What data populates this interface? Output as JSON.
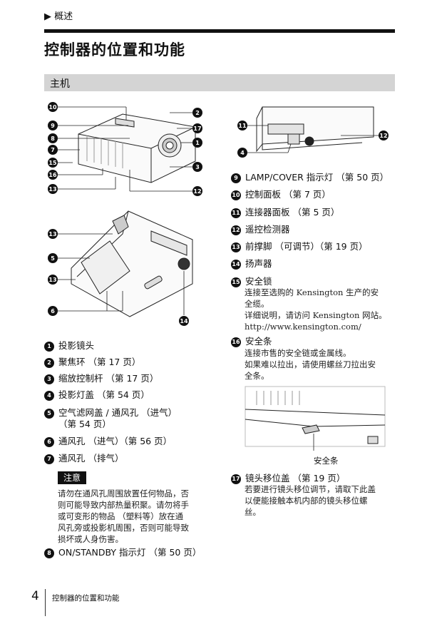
{
  "header": {
    "breadcrumb": "▶ 概述",
    "title": "控制器的位置和功能",
    "section": "主机"
  },
  "left_items": [
    {
      "n": "1",
      "label": "投影镜头"
    },
    {
      "n": "2",
      "label": "聚焦环 （第 17 页）"
    },
    {
      "n": "3",
      "label": "缩放控制杆 （第 17 页）"
    },
    {
      "n": "4",
      "label": "投影灯盖 （第 54 页）"
    },
    {
      "n": "5",
      "label": "空气滤网盖 / 通风孔 （进气）",
      "label2": "（第 54 页）"
    },
    {
      "n": "6",
      "label": "通风孔 （进气）（第 56 页）"
    },
    {
      "n": "7",
      "label": "通风孔 （排气）"
    }
  ],
  "note": {
    "tag": "注意",
    "lines": [
      "请勿在通风孔周围放置任何物品，否",
      "则可能导致内部热量积聚。请勿将手",
      "或可变形的物品 （塑料等）放在通",
      "风孔旁或投影机周围，否则可能导致",
      "损坏或人身伤害。"
    ]
  },
  "item8": {
    "n": "8",
    "label": "ON/STANDBY 指示灯 （第 50 页）"
  },
  "right_items": [
    {
      "n": "9",
      "label": "LAMP/COVER 指示灯 （第 50 页）"
    },
    {
      "n": "10",
      "label": "控制面板 （第 7 页）"
    },
    {
      "n": "11",
      "label": "连接器面板 （第 5 页）"
    },
    {
      "n": "12",
      "label": "遥控检测器"
    },
    {
      "n": "13",
      "label": "前撑脚 （可调节）（第 19 页）"
    },
    {
      "n": "14",
      "label": "扬声器"
    }
  ],
  "item15": {
    "n": "15",
    "label": "安全锁",
    "desc": [
      "连接至选购的 Kensington 生产的安",
      "全缆。",
      "详细说明，请访问 Kensington 网站。",
      "http://www.kensington.com/"
    ]
  },
  "item16": {
    "n": "16",
    "label": "安全条",
    "desc": [
      "连接市售的安全链或金属线。",
      "如果难以拉出，请使用螺丝刀拉出安",
      "全条。"
    ]
  },
  "figure_caption": "安全条",
  "item17": {
    "n": "17",
    "label": "镜头移位盖 （第 19 页）",
    "desc": [
      "若要进行镜头移位调节，请取下此盖",
      "以便能接触本机内部的镜头移位螺",
      "丝。"
    ]
  },
  "footer": {
    "page": "4",
    "text": "控制器的位置和功能"
  },
  "fig1_callouts": [
    "10",
    "9",
    "8",
    "7",
    "15",
    "16",
    "13",
    "2",
    "17",
    "1",
    "3",
    "12"
  ],
  "fig2_callouts": [
    "11",
    "12",
    "4"
  ],
  "fig3_callouts": [
    "13",
    "5",
    "13",
    "6",
    "14"
  ]
}
